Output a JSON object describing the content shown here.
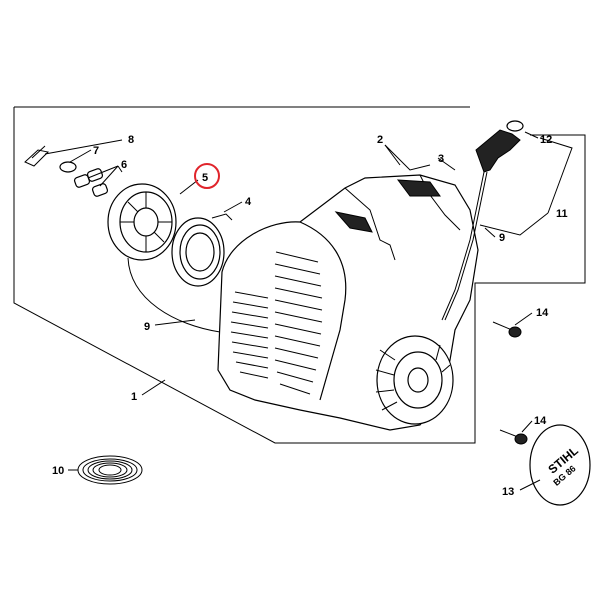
{
  "diagram": {
    "labels": {
      "l1": "1",
      "l2": "2",
      "l3": "3",
      "l4": "4",
      "l5": "5",
      "l6": "6",
      "l7": "7",
      "l8": "8",
      "l9a": "9",
      "l9b": "9",
      "l10": "10",
      "l11": "11",
      "l12": "12",
      "l13": "13",
      "l14a": "14",
      "l14b": "14"
    },
    "logo": {
      "brand": "STIHL",
      "model": "BG 86"
    },
    "highlight": {
      "part": "5",
      "color": "#e0242b"
    }
  }
}
